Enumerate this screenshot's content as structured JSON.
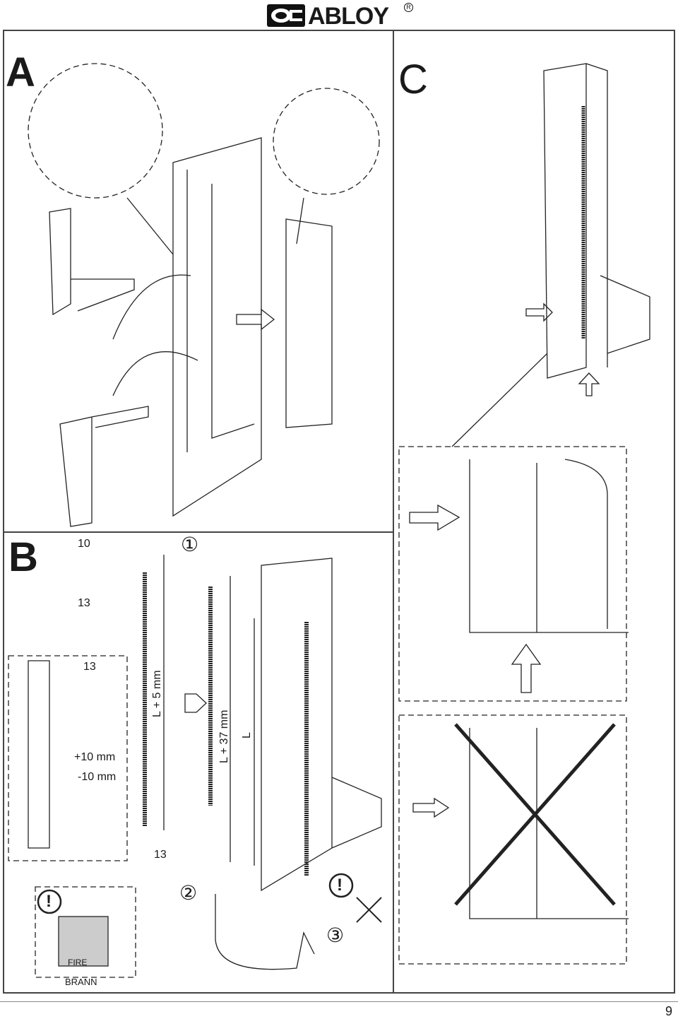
{
  "header": {
    "brand": "ABLOY",
    "registered_mark": "R"
  },
  "panels": {
    "a": {
      "letter": "A"
    },
    "b": {
      "letter": "B",
      "wrench_sizes": [
        "10",
        "13",
        "13",
        "13"
      ],
      "adjust_up": "+10 mm",
      "adjust_down": "-10 mm",
      "dim_rod1": "L + 5 mm",
      "dim_rod2": "L + 37 mm",
      "dim_door": "L",
      "steps": [
        "①",
        "②",
        "③"
      ],
      "warning_mark": "!",
      "fire_sign": "FIRE",
      "fire_caption": "BRANN"
    },
    "c": {
      "letter": "C"
    }
  },
  "footer": {
    "page_number": "9"
  }
}
